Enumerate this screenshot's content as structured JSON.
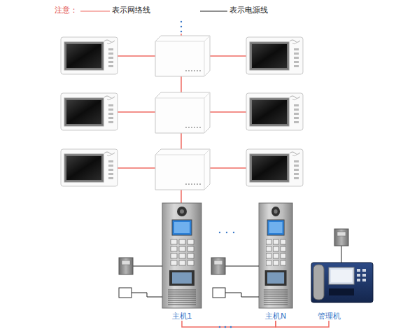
{
  "diagram": {
    "nodes": [
      {
        "text": [
          "主机1"
        ]
      },
      {
        "text": [
          "主机N"
        ]
      },
      {
        "text": [
          "管理机"
        ]
      }
    ],
    "edges": [
      {
        "from": 0,
        "to": 1,
        "arrow": "none"
      },
      {
        "from": 1,
        "to": 2,
        "arrow": "none"
      }
    ],
    "labels": [
      "注意："
    ],
    "legend": [
      {
        "text": "表示网络线"
      },
      {
        "text": "表示电源线"
      }
    ]
  }
}
